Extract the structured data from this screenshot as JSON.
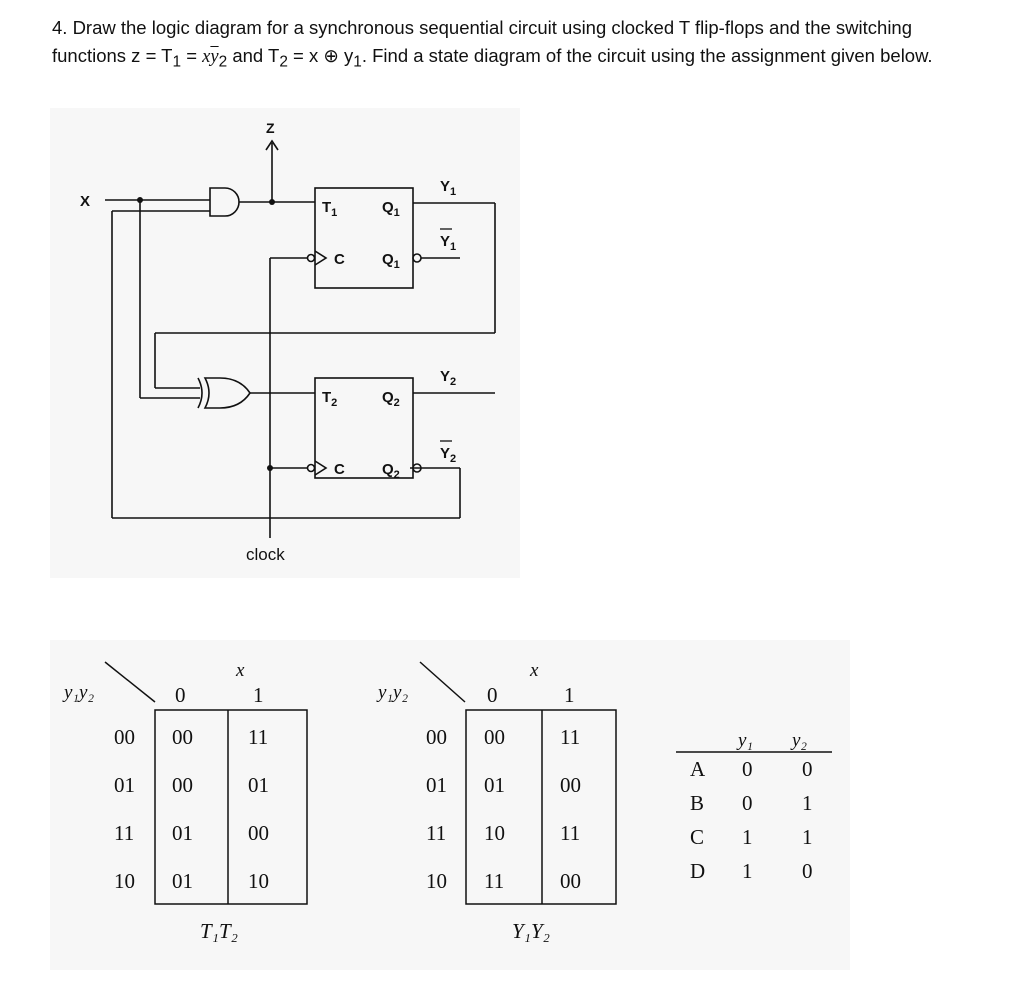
{
  "question": {
    "p1": "4. Draw the logic diagram for a synchronous sequential circuit using clocked T flip-flops and the switching functions z = T",
    "sub1": "1",
    "p2": " = ",
    "x": "x",
    "y": "y",
    "sub2": "2",
    "p3": " and T",
    "sub3": "2",
    "p4": " = x ⊕ y",
    "sub4": "1",
    "p5": ". Find a state diagram of the circuit using the assignment given below."
  },
  "diagram": {
    "input_x": "X",
    "output_z": "Z",
    "clock": "clock",
    "ff1": {
      "t": "T",
      "t_sub": "1",
      "q": "Q",
      "q_sub": "1",
      "c": "C",
      "qb": "Q",
      "qb_sub": "1"
    },
    "ff2": {
      "t": "T",
      "t_sub": "2",
      "q": "Q",
      "q_sub": "2",
      "c": "C",
      "qb": "Q",
      "qb_sub": "2"
    },
    "y1": "Y",
    "y1_sub": "1",
    "y1bar": "Y",
    "y1bar_sub": "1",
    "y2": "Y",
    "y2_sub": "2",
    "y2bar": "Y",
    "y2bar_sub": "2"
  },
  "table1": {
    "row_header": "y₁y₂",
    "col_header": "x",
    "cols": [
      "0",
      "1"
    ],
    "rows": [
      {
        "state": "00",
        "cells": [
          "00",
          "11"
        ]
      },
      {
        "state": "01",
        "cells": [
          "00",
          "01"
        ]
      },
      {
        "state": "11",
        "cells": [
          "01",
          "00"
        ]
      },
      {
        "state": "10",
        "cells": [
          "01",
          "10"
        ]
      }
    ],
    "caption": "T₁T₂"
  },
  "table2": {
    "row_header": "y₁y₂",
    "col_header": "x",
    "cols": [
      "0",
      "1"
    ],
    "rows": [
      {
        "state": "00",
        "cells": [
          "00",
          "11"
        ]
      },
      {
        "state": "01",
        "cells": [
          "01",
          "00"
        ]
      },
      {
        "state": "11",
        "cells": [
          "10",
          "11"
        ]
      },
      {
        "state": "10",
        "cells": [
          "11",
          "00"
        ]
      }
    ],
    "caption": "Y₁Y₂"
  },
  "assignment": {
    "headers": [
      "y₁",
      "y₂"
    ],
    "rows": [
      {
        "state": "A",
        "y1": "0",
        "y2": "0"
      },
      {
        "state": "B",
        "y1": "0",
        "y2": "1"
      },
      {
        "state": "C",
        "y1": "1",
        "y2": "1"
      },
      {
        "state": "D",
        "y1": "1",
        "y2": "0"
      }
    ]
  }
}
